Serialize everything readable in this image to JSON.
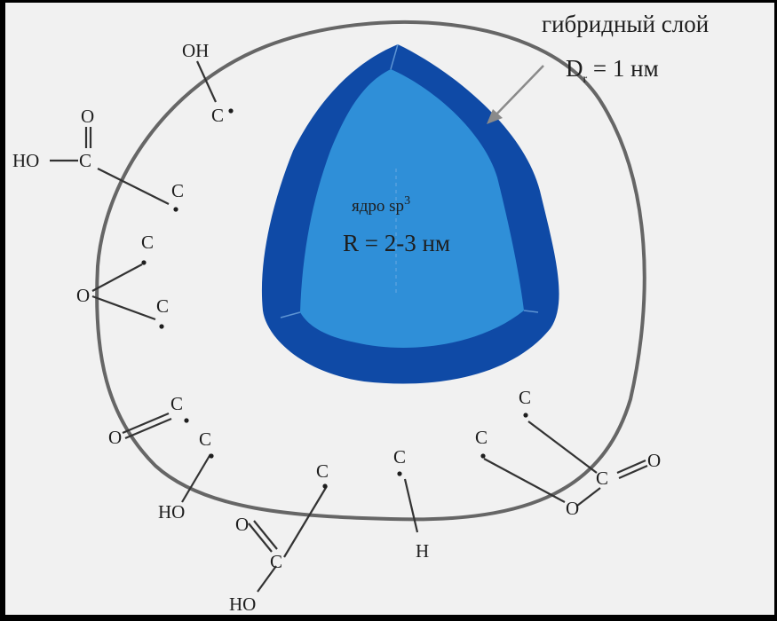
{
  "colors": {
    "background": "#f1f1f1",
    "frame": "#000000",
    "outer_shell_line": "#666666",
    "hybrid_layer": "#0f4aa6",
    "sp3_core": "#2f8fd8",
    "bond_line": "#333333"
  },
  "labels": {
    "hybrid_layer": "гибридный слой",
    "dr_label": "D",
    "dr_sub": "r",
    "dr_value": " = 1 нм",
    "core_label": "ядро sp",
    "core_sup": "3",
    "radius": "R = 2-3 нм"
  },
  "atoms": {
    "oh_top": "OH",
    "c_top": "C",
    "o_carboxyl_left": "O",
    "ho_carboxyl_left": "HO",
    "c_carboxyl_left": "C",
    "c_left_1": "C",
    "c_epoxy_top": "C",
    "o_epoxy": "O",
    "c_epoxy_bottom": "C",
    "c_carbonyl": "C",
    "o_carbonyl": "O",
    "c_hydroxyl_bottom": "C",
    "ho_bottom": "HO",
    "c_bottom_carboxyl": "C",
    "o_bottom_carboxyl": "O",
    "c_bottom_carboxyl_center": "C",
    "ho_bottom_carboxyl": "HO",
    "c_ch": "C",
    "h_ch": "H",
    "c_lactone_top": "C",
    "c_lactone_left": "C",
    "c_lactone_center": "C",
    "o_lactone_dbl": "O",
    "o_lactone_ring": "O"
  }
}
